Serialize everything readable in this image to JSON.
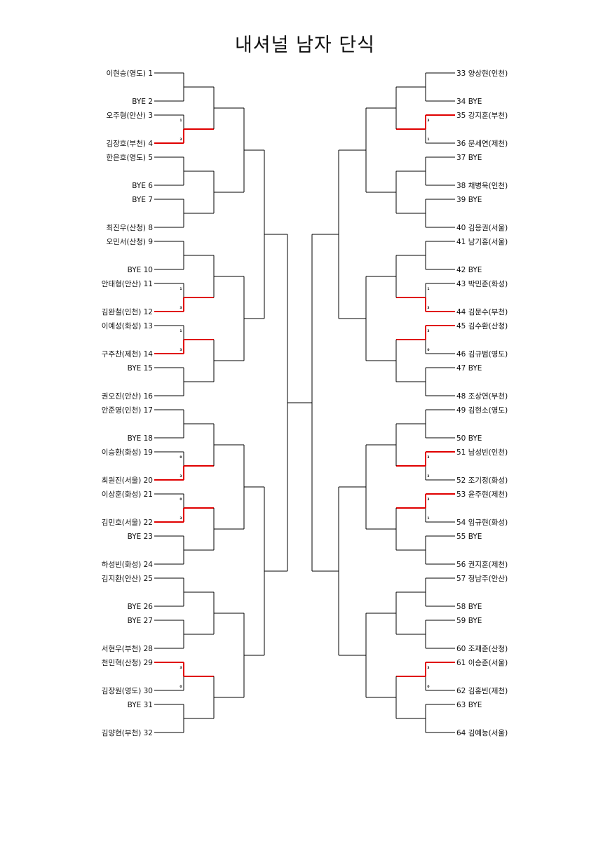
{
  "title": "내셔널 남자 단식",
  "colors": {
    "line": "#000000",
    "win": "#e00000"
  },
  "left": [
    {
      "seed": "1",
      "name": "이현승(영도)"
    },
    {
      "seed": "2",
      "name": "BYE"
    },
    {
      "seed": "3",
      "name": "오주형(안산)"
    },
    {
      "seed": "4",
      "name": "김장호(부천)"
    },
    {
      "seed": "5",
      "name": "한은호(영도)"
    },
    {
      "seed": "6",
      "name": "BYE"
    },
    {
      "seed": "7",
      "name": "BYE"
    },
    {
      "seed": "8",
      "name": "최진우(산청)"
    },
    {
      "seed": "9",
      "name": "오민서(산청)"
    },
    {
      "seed": "10",
      "name": "BYE"
    },
    {
      "seed": "11",
      "name": "안태형(안산)"
    },
    {
      "seed": "12",
      "name": "김완철(인천)"
    },
    {
      "seed": "13",
      "name": "이예성(화성)"
    },
    {
      "seed": "14",
      "name": "구주찬(제천)"
    },
    {
      "seed": "15",
      "name": "BYE"
    },
    {
      "seed": "16",
      "name": "권오진(안산)"
    },
    {
      "seed": "17",
      "name": "안준영(인천)"
    },
    {
      "seed": "18",
      "name": "BYE"
    },
    {
      "seed": "19",
      "name": "이승환(화성)"
    },
    {
      "seed": "20",
      "name": "최원진(서울)"
    },
    {
      "seed": "21",
      "name": "이상훈(화성)"
    },
    {
      "seed": "22",
      "name": "김민호(서울)"
    },
    {
      "seed": "23",
      "name": "BYE"
    },
    {
      "seed": "24",
      "name": "하성빈(화성)"
    },
    {
      "seed": "25",
      "name": "김지환(안산)"
    },
    {
      "seed": "26",
      "name": "BYE"
    },
    {
      "seed": "27",
      "name": "BYE"
    },
    {
      "seed": "28",
      "name": "서현우(부천)"
    },
    {
      "seed": "29",
      "name": "천민혁(산청)"
    },
    {
      "seed": "30",
      "name": "김장원(영도)"
    },
    {
      "seed": "31",
      "name": "BYE"
    },
    {
      "seed": "32",
      "name": "김양현(부천)"
    }
  ],
  "right": [
    {
      "seed": "33",
      "name": "양상현(인천)"
    },
    {
      "seed": "34",
      "name": "BYE"
    },
    {
      "seed": "35",
      "name": "강지훈(부천)"
    },
    {
      "seed": "36",
      "name": "문세연(제천)"
    },
    {
      "seed": "37",
      "name": "BYE"
    },
    {
      "seed": "38",
      "name": "채병욱(인천)"
    },
    {
      "seed": "39",
      "name": "BYE"
    },
    {
      "seed": "40",
      "name": "김응권(서울)"
    },
    {
      "seed": "41",
      "name": "남기홍(서울)"
    },
    {
      "seed": "42",
      "name": "BYE"
    },
    {
      "seed": "43",
      "name": "박민준(화성)"
    },
    {
      "seed": "44",
      "name": "김문수(부천)"
    },
    {
      "seed": "45",
      "name": "김수환(산청)"
    },
    {
      "seed": "46",
      "name": "김규범(영도)"
    },
    {
      "seed": "47",
      "name": "BYE"
    },
    {
      "seed": "48",
      "name": "조상연(부천)"
    },
    {
      "seed": "49",
      "name": "김현소(영도)"
    },
    {
      "seed": "50",
      "name": "BYE"
    },
    {
      "seed": "51",
      "name": "남성빈(인천)"
    },
    {
      "seed": "52",
      "name": "조기정(화성)"
    },
    {
      "seed": "53",
      "name": "윤주현(제천)"
    },
    {
      "seed": "54",
      "name": "임규현(화성)"
    },
    {
      "seed": "55",
      "name": "BYE"
    },
    {
      "seed": "56",
      "name": "권지훈(제천)"
    },
    {
      "seed": "57",
      "name": "정남주(안산)"
    },
    {
      "seed": "58",
      "name": "BYE"
    },
    {
      "seed": "59",
      "name": "BYE"
    },
    {
      "seed": "60",
      "name": "조재준(산청)"
    },
    {
      "seed": "61",
      "name": "이승준(서울)"
    },
    {
      "seed": "62",
      "name": "김홍빈(제천)"
    },
    {
      "seed": "63",
      "name": "BYE"
    },
    {
      "seed": "64",
      "name": "김예능(서울)"
    }
  ],
  "matches": [
    {
      "side": "left",
      "slot": 1,
      "scores": [
        "1",
        "3"
      ],
      "winner": 1
    },
    {
      "side": "left",
      "slot": 5,
      "scores": [
        "1",
        "3"
      ],
      "winner": 1
    },
    {
      "side": "left",
      "slot": 6,
      "scores": [
        "1",
        "3"
      ],
      "winner": 1
    },
    {
      "side": "left",
      "slot": 9,
      "scores": [
        "0",
        "3"
      ],
      "winner": 1
    },
    {
      "side": "left",
      "slot": 10,
      "scores": [
        "0",
        "3"
      ],
      "winner": 1
    },
    {
      "side": "left",
      "slot": 14,
      "scores": [
        "3",
        "0"
      ],
      "winner": 0
    },
    {
      "side": "right",
      "slot": 1,
      "scores": [
        "3",
        "1"
      ],
      "winner": 0
    },
    {
      "side": "right",
      "slot": 5,
      "scores": [
        "1",
        "3"
      ],
      "winner": 1
    },
    {
      "side": "right",
      "slot": 6,
      "scores": [
        "3",
        "0"
      ],
      "winner": 0
    },
    {
      "side": "right",
      "slot": 9,
      "scores": [
        "3",
        "2"
      ],
      "winner": 0
    },
    {
      "side": "right",
      "slot": 10,
      "scores": [
        "3",
        "1"
      ],
      "winner": 0
    },
    {
      "side": "right",
      "slot": 14,
      "scores": [
        "3",
        "0"
      ],
      "winner": 0
    }
  ]
}
